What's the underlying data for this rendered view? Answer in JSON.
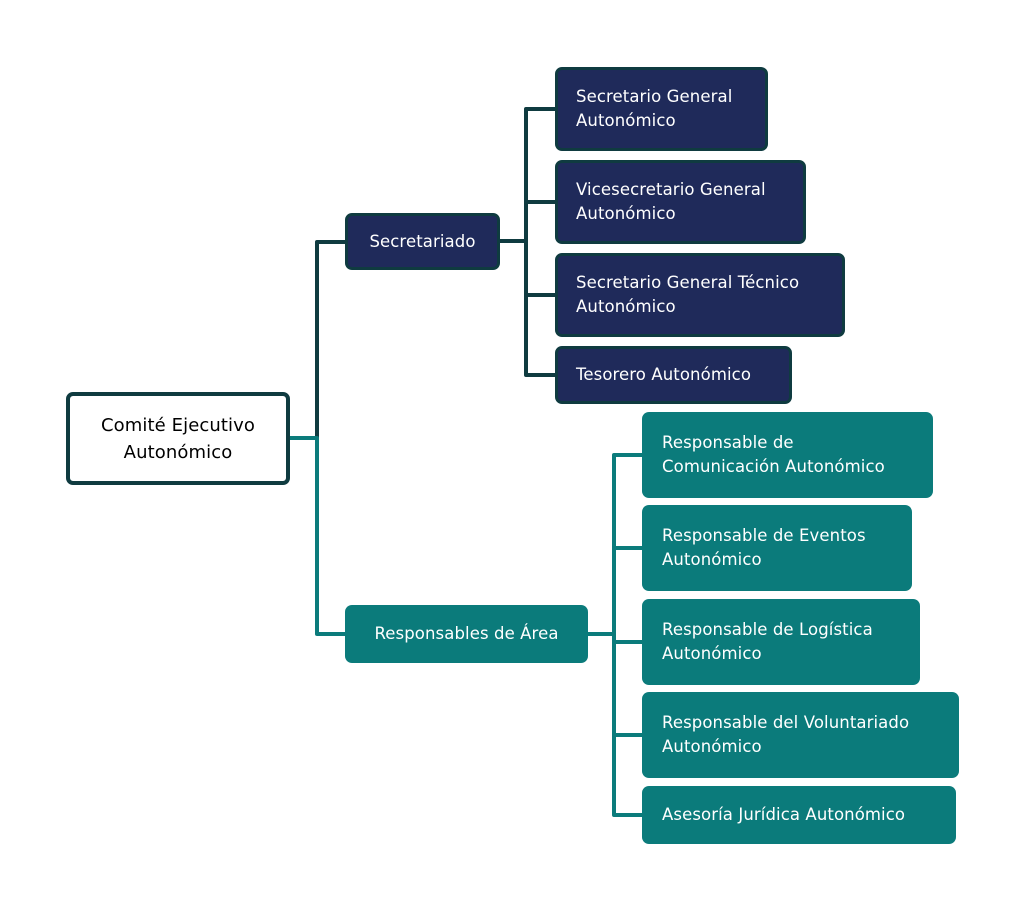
{
  "diagram": {
    "root": {
      "label": "Comité Ejecutivo\nAutonómico"
    },
    "branches": [
      {
        "label": "Secretariado",
        "children": [
          "Secretario General\nAutonómico",
          "Vicesecretario General\nAutonómico",
          "Secretario General Técnico\nAutonómico",
          "Tesorero Autonómico"
        ]
      },
      {
        "label": "Responsables de Área",
        "children": [
          "Responsable de\nComunicación Autonómico",
          "Responsable de Eventos\nAutonómico",
          "Responsable de Logística\nAutonómico",
          "Responsable del Voluntariado\nAutonómico",
          "Asesoría Jurídica Autonómico"
        ]
      }
    ]
  },
  "colors": {
    "secretariado_box": "#1f2a5a",
    "secretariado_line": "#0f3b40",
    "areas_box": "#0b7b7b",
    "areas_line": "#0b7b7b",
    "root_border": "#0f3b40"
  }
}
